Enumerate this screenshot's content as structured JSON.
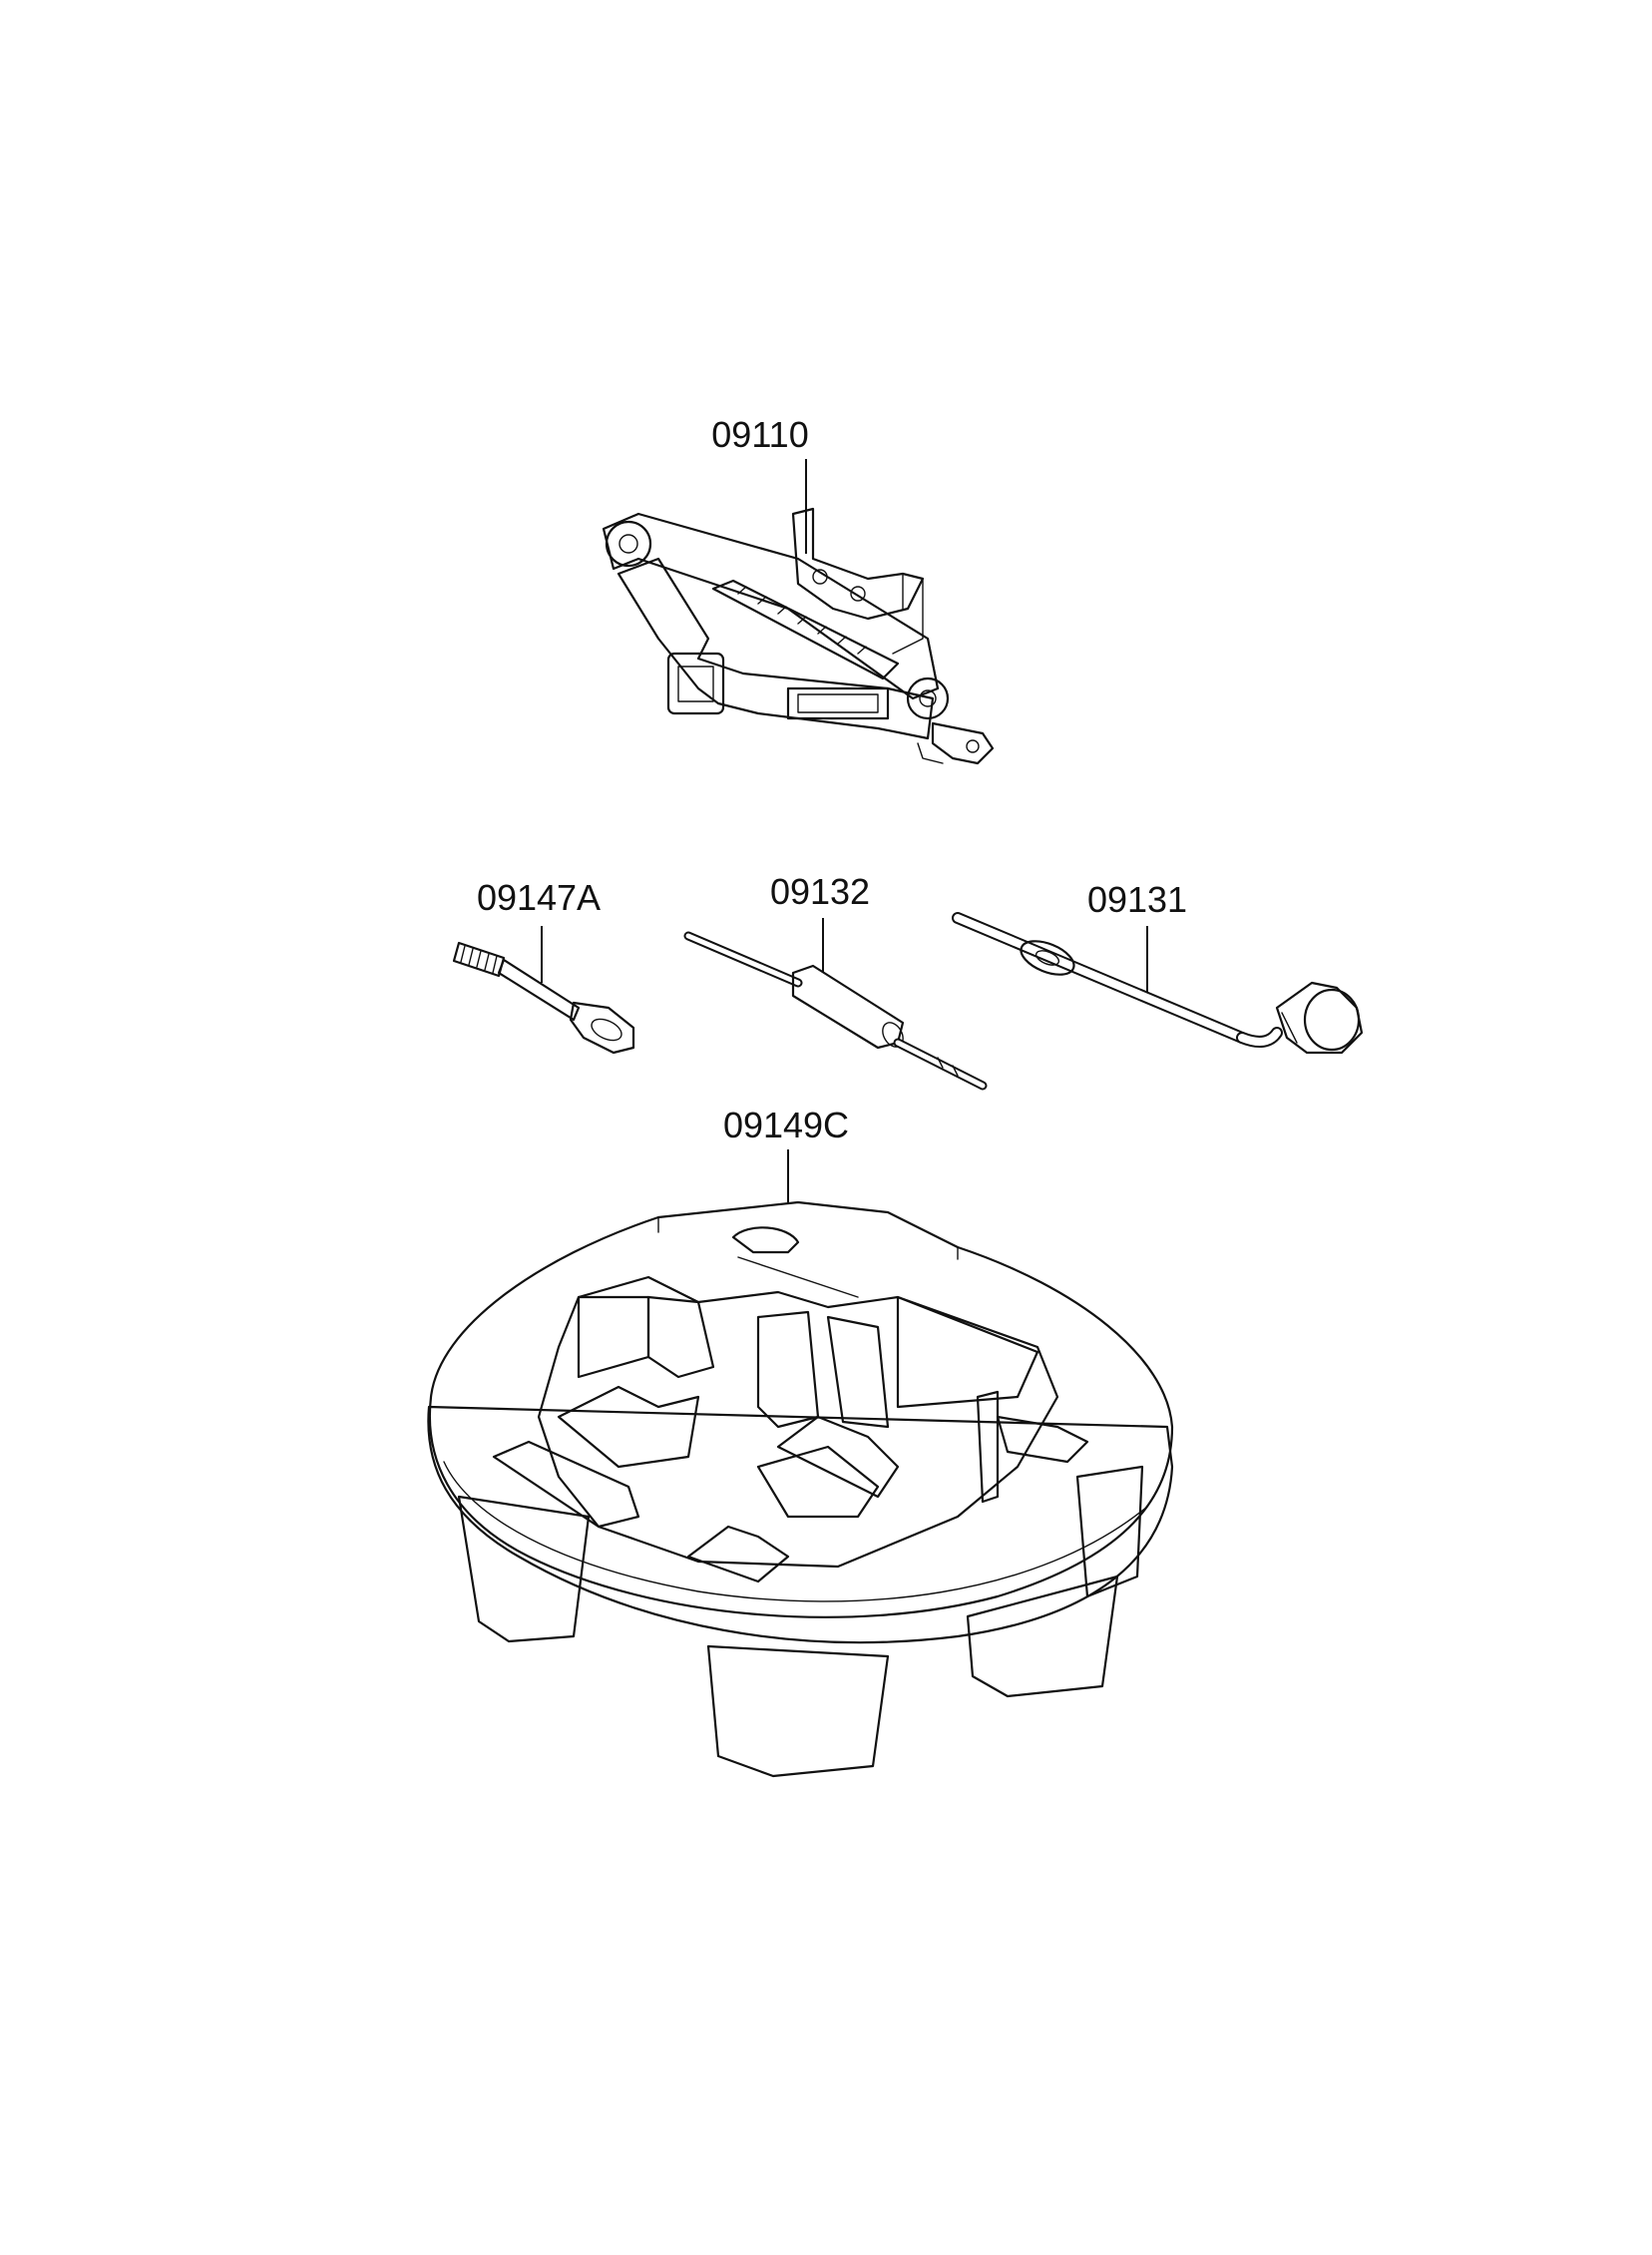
{
  "diagram": {
    "parts": [
      {
        "id": "jack",
        "label": "09110"
      },
      {
        "id": "tow-hook",
        "label": "09147A"
      },
      {
        "id": "jack-handle",
        "label": "09132"
      },
      {
        "id": "lug-wrench",
        "label": "09131"
      },
      {
        "id": "tool-tray",
        "label": "09149C"
      }
    ]
  }
}
